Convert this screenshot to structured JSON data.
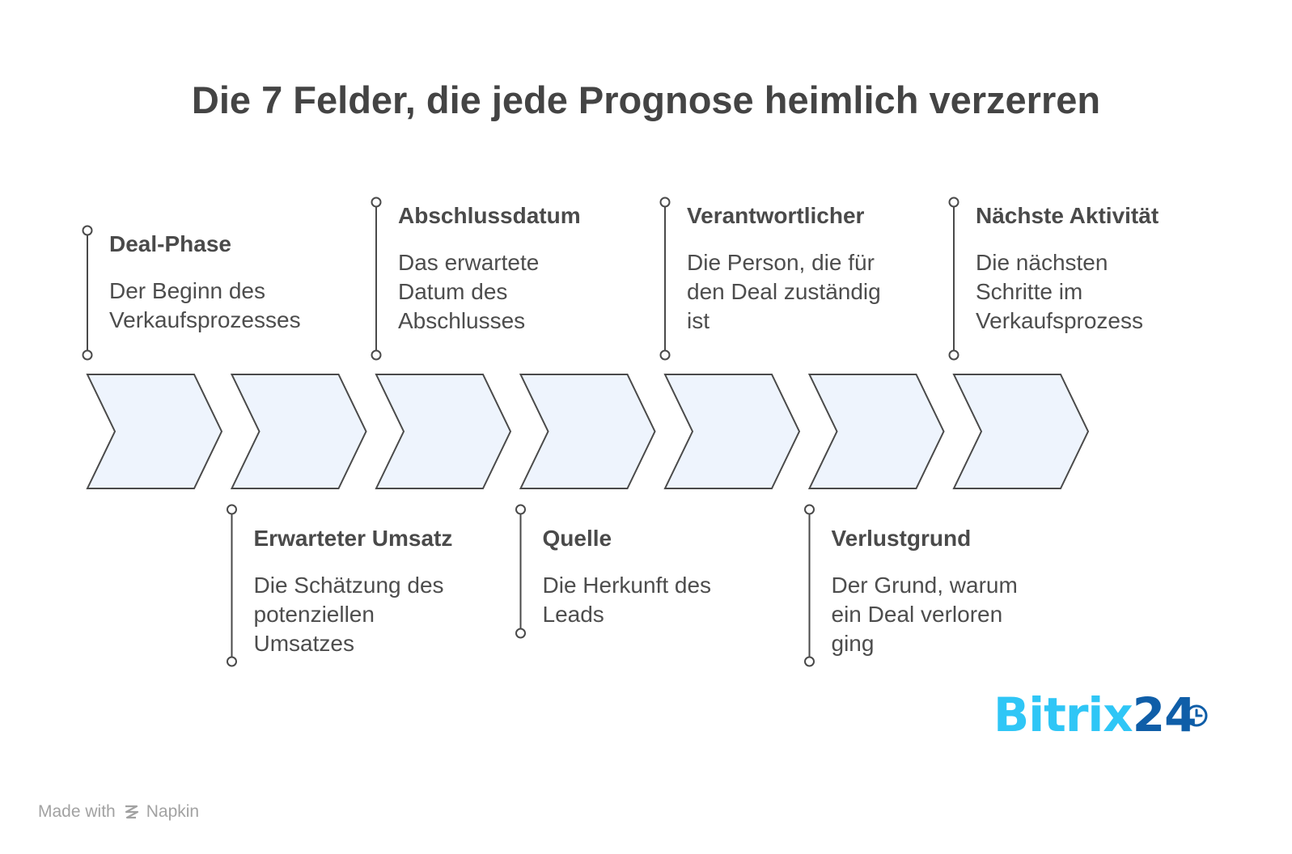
{
  "title": "Die 7 Felder, die jede Prognose heimlich verzerren",
  "colors": {
    "chevron_fill": "#eef4fd",
    "chevron_stroke": "#4a4a4a",
    "brand_light": "#2fc6f6",
    "brand_dark": "#0f5ea8"
  },
  "steps": [
    {
      "heading": "Deal-Phase",
      "description": [
        "Der Beginn des",
        "Verkaufsprozesses"
      ],
      "position": "top"
    },
    {
      "heading": "Erwarteter Umsatz",
      "description": [
        "Die Schätzung des",
        "potenziellen",
        "Umsatzes"
      ],
      "position": "bottom"
    },
    {
      "heading": "Abschlussdatum",
      "description": [
        "Das erwartete",
        "Datum des",
        "Abschlusses"
      ],
      "position": "top"
    },
    {
      "heading": "Quelle",
      "description": [
        "Die Herkunft des",
        "Leads"
      ],
      "position": "bottom"
    },
    {
      "heading": "Verantwortlicher",
      "description": [
        "Die Person, die für",
        "den Deal zuständig",
        "ist"
      ],
      "position": "top"
    },
    {
      "heading": "Verlustgrund",
      "description": [
        "Der Grund, warum",
        "ein Deal verloren",
        "ging"
      ],
      "position": "bottom"
    },
    {
      "heading": "Nächste Aktivität",
      "description": [
        "Die nächsten",
        "Schritte im",
        "Verkaufsprozess"
      ],
      "position": "top"
    }
  ],
  "brand": {
    "part1": "Bitrix",
    "part2": "24",
    "icon": "clock-icon"
  },
  "footer": {
    "made_with": "Made with",
    "tool": "Napkin",
    "icon": "napkin-icon"
  }
}
